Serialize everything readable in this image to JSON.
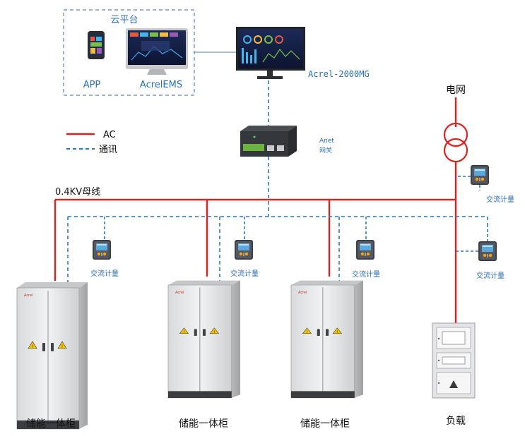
{
  "cloud": {
    "title": "云平台",
    "app_label": "APP",
    "ems_label": "AcrelEMS"
  },
  "server": {
    "label": "Acrel-2000MG"
  },
  "gateway": {
    "line1": "Anet",
    "line2": "网关"
  },
  "grid": {
    "label": "电网"
  },
  "legend": {
    "ac": "AC",
    "comm": "通讯"
  },
  "bus": {
    "label": "0.4KV母线"
  },
  "meters": {
    "grid_meter": "交流计量",
    "m1": "交流计量",
    "m2": "交流计量",
    "m3": "交流计量",
    "load_meter": "交流计量"
  },
  "cabinets": {
    "c1": "储能一体柜",
    "c2": "储能一体柜",
    "c3": "储能一体柜",
    "brand": "Acrel"
  },
  "load": {
    "label": "负载"
  },
  "colors": {
    "ac_line": "#e02020",
    "comm_line": "#2a7ab8",
    "text_blue": "#2a6fb0"
  }
}
